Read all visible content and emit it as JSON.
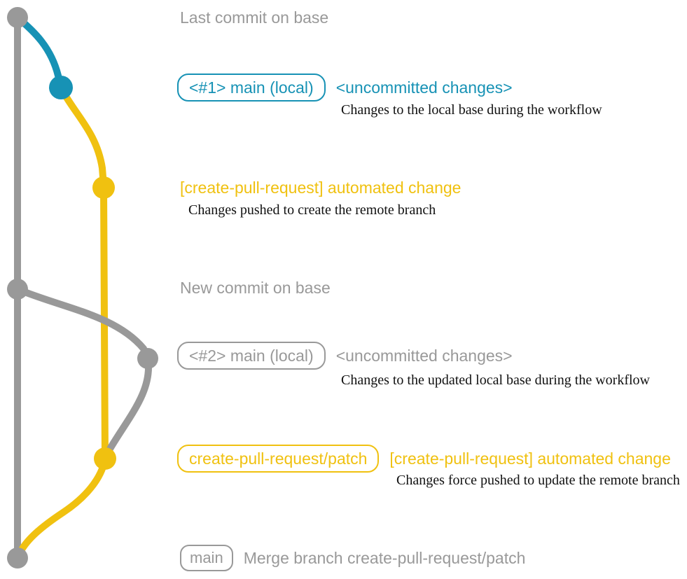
{
  "colors": {
    "gray": "#999999",
    "blue": "#1792b5",
    "yellow": "#f0c110",
    "note": "#111111",
    "background": "#ffffff"
  },
  "diagram": {
    "branches": [
      {
        "name": "base",
        "color_key": "gray"
      },
      {
        "name": "main-local",
        "color_key": "blue"
      },
      {
        "name": "create-pull-request-patch",
        "color_key": "yellow"
      }
    ],
    "rows": [
      {
        "type": "event",
        "title": "Last commit on base"
      },
      {
        "type": "commit",
        "branch_label": "<#1> main (local)",
        "message": "<uncommitted changes>",
        "note": "Changes to the local base during the workflow"
      },
      {
        "type": "commit",
        "message": "[create-pull-request] automated change",
        "note": "Changes pushed to create the remote branch"
      },
      {
        "type": "event",
        "title": "New commit on base"
      },
      {
        "type": "commit",
        "branch_label": "<#2> main (local)",
        "message": "<uncommitted changes>",
        "note": "Changes to the updated local base during the workflow"
      },
      {
        "type": "commit",
        "branch_label": "create-pull-request/patch",
        "message": "[create-pull-request] automated change",
        "note": "Changes force pushed to update the remote branch"
      },
      {
        "type": "commit",
        "branch_label": "main",
        "message": "Merge branch create-pull-request/patch"
      }
    ]
  }
}
